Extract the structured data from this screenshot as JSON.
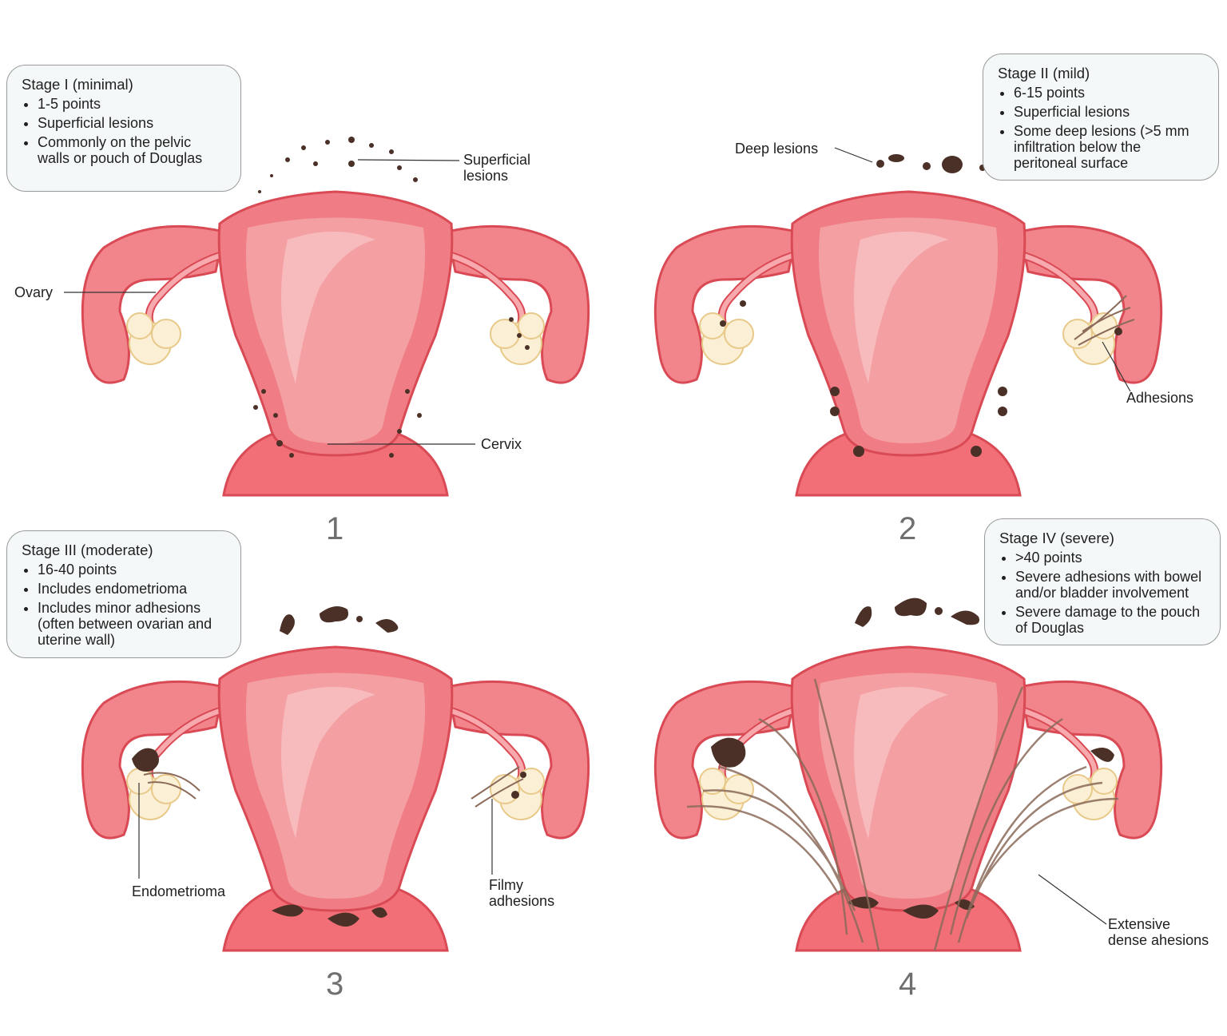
{
  "stages": [
    {
      "title": "Stage I (minimal)",
      "bullets": [
        "1-5 points",
        "Superficial lesions",
        "Commonly on the pelvic walls or pouch of Douglas"
      ],
      "number": "1"
    },
    {
      "title": "Stage II (mild)",
      "bullets": [
        "6-15 points",
        "Superficial lesions",
        "Some deep lesions (>5 mm infiltration below the peritoneal surface"
      ],
      "number": "2"
    },
    {
      "title": "Stage III (moderate)",
      "bullets": [
        "16-40 points",
        "Includes endometrioma",
        "Includes minor adhesions (often between ovarian and uterine wall)"
      ],
      "number": "3"
    },
    {
      "title": "Stage IV (severe)",
      "bullets": [
        ">40 points",
        "Severe adhesions with bowel and/or bladder involvement",
        "Severe damage to the pouch of Douglas"
      ],
      "number": "4"
    }
  ],
  "labels": {
    "superficial_lesions": "Superficial\nlesions",
    "ovary": "Ovary",
    "cervix": "Cervix",
    "deep_lesions": "Deep lesions",
    "adhesions": "Adhesions",
    "endometrioma": "Endometrioma",
    "filmy_adhesions": "Filmy\nadhesions",
    "extensive_dense_adhesions": "Extensive\ndense ahesions"
  },
  "colors": {
    "uterus_fill": "#f4a0a3",
    "uterus_outline": "#d94a55",
    "tube_fill": "#f2858c",
    "ovary_fill": "#fbf0d6",
    "lesion": "#4a3026",
    "adhesion": "#8b6a5a"
  }
}
